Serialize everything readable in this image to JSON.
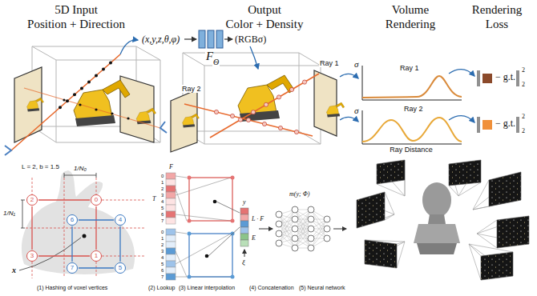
{
  "diagram": {
    "nodes": [
      {
        "text": [
          "2"
        ]
      },
      {
        "text": [
          "0"
        ]
      },
      {
        "text": [
          "3"
        ]
      },
      {
        "text": [
          "1"
        ]
      },
      {
        "text": [
          "6"
        ]
      },
      {
        "text": [
          "4"
        ]
      },
      {
        "text": [
          "7"
        ]
      },
      {
        "text": [
          "5"
        ]
      }
    ],
    "edges": [
      {
        "from": 0,
        "to": 1,
        "arrow": "none"
      },
      {
        "from": 1,
        "to": 3,
        "arrow": "none"
      },
      {
        "from": 3,
        "to": 2,
        "arrow": "none"
      },
      {
        "from": 2,
        "to": 0,
        "arrow": "none"
      },
      {
        "from": 4,
        "to": 5,
        "arrow": "none"
      },
      {
        "from": 5,
        "to": 7,
        "arrow": "none"
      },
      {
        "from": 7,
        "to": 6,
        "arrow": "none"
      },
      {
        "from": 6,
        "to": 4,
        "arrow": "none"
      }
    ],
    "labels": [
      "5D Input",
      "Position + Direction",
      "Output",
      "Color + Density",
      "Volume",
      "Rendering",
      "Rendering",
      "Loss",
      "(x,y,z,θ,φ)",
      "F",
      "Θ",
      "(RGBσ)",
      "Ray 1",
      "Ray 2",
      "σ",
      "Ray 1",
      "σ",
      "Ray 2",
      "Ray Distance",
      "− g.t.",
      "2",
      "2",
      "− g.t.",
      "2",
      "2",
      "L = 2, b = 1.5",
      "1/N₀",
      "1/N₁",
      "x",
      "(1) Hashing of voxel vertices",
      "F",
      "T",
      "0",
      "1",
      "2",
      "3",
      "4",
      "5",
      "6",
      "7",
      "0",
      "1",
      "2",
      "3",
      "4",
      "5",
      "6",
      "7",
      "(2) Lookup",
      "(3) Linear interpolation",
      "(4) Concatenation",
      "(5) Neural network",
      "y",
      "L · F",
      "E",
      "ξ",
      "m(y; Φ)"
    ]
  }
}
